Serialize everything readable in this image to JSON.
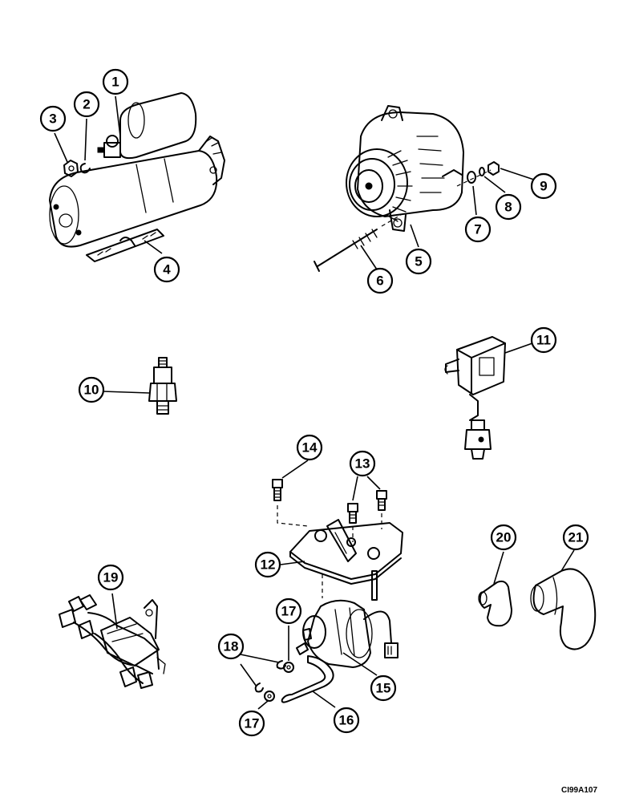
{
  "callouts": [
    {
      "id": "c1",
      "label": "1"
    },
    {
      "id": "c2",
      "label": "2"
    },
    {
      "id": "c3",
      "label": "3"
    },
    {
      "id": "c4",
      "label": "4"
    },
    {
      "id": "c5",
      "label": "5"
    },
    {
      "id": "c6",
      "label": "6"
    },
    {
      "id": "c7",
      "label": "7"
    },
    {
      "id": "c8",
      "label": "8"
    },
    {
      "id": "c9",
      "label": "9"
    },
    {
      "id": "c10",
      "label": "10"
    },
    {
      "id": "c11",
      "label": "11"
    },
    {
      "id": "c12",
      "label": "12"
    },
    {
      "id": "c13",
      "label": "13"
    },
    {
      "id": "c14",
      "label": "14"
    },
    {
      "id": "c15",
      "label": "15"
    },
    {
      "id": "c16",
      "label": "16"
    },
    {
      "id": "c17a",
      "label": "17"
    },
    {
      "id": "c17b",
      "label": "17"
    },
    {
      "id": "c18",
      "label": "18"
    },
    {
      "id": "c19",
      "label": "19"
    },
    {
      "id": "c20",
      "label": "20"
    },
    {
      "id": "c21",
      "label": "21"
    }
  ],
  "figure_ref": "CI99A107"
}
